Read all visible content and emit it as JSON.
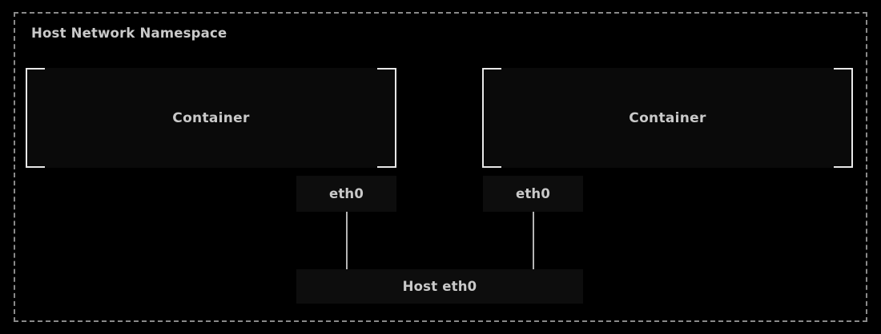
{
  "diagram": {
    "title": "Host Network Namespace",
    "background_color": "#000000",
    "boundary_color": "#8a8a8a",
    "box_fill_color": "#0a0a0a",
    "bracket_color": "#e8e8e8",
    "text_color": "#c9c9c9",
    "connector_color": "#b5b5b5",
    "containers": [
      {
        "label": "Container"
      },
      {
        "label": "Container"
      }
    ],
    "container_interfaces": [
      {
        "label": "eth0"
      },
      {
        "label": "eth0"
      }
    ],
    "host_interface": {
      "label": "Host eth0"
    }
  }
}
